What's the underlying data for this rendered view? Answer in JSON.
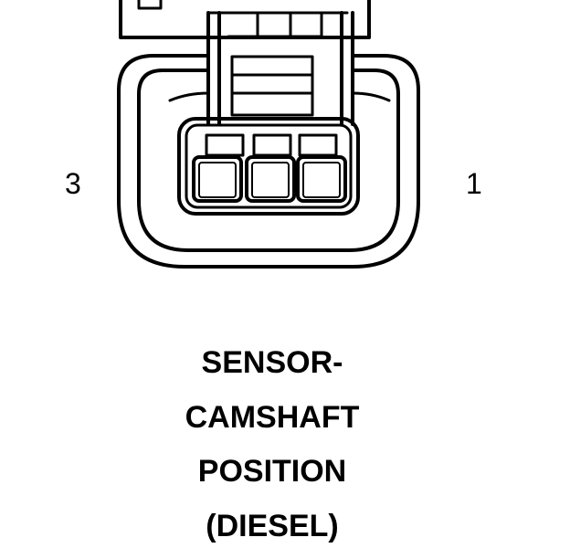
{
  "diagram": {
    "pins": {
      "left_label": "3",
      "right_label": "1"
    },
    "caption": [
      "SENSOR-",
      "CAMSHAFT",
      "POSITION",
      "(DIESEL)"
    ]
  },
  "colors": {
    "ink": "#000000",
    "background": "#ffffff"
  }
}
